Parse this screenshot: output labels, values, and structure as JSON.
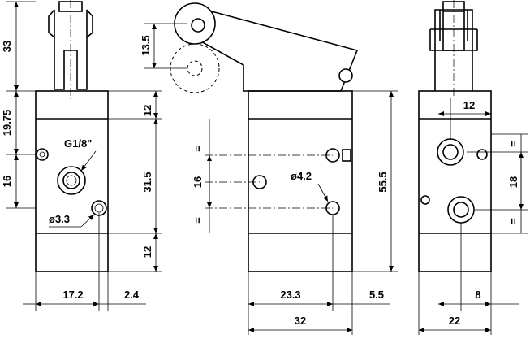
{
  "dimensions": {
    "left_view": {
      "lever_height": "33",
      "upper_offset": "19.75",
      "port_spacing": "16",
      "top_band": "12",
      "mid_height": "31.5",
      "bottom_band": "12",
      "port_thread": "G1/8\"",
      "mount_hole": "ø3.3",
      "port_x": "17.2",
      "edge_offset": "2.4"
    },
    "middle_view": {
      "roller_offset": "13.5",
      "equal_mark_top": "=",
      "equal_mark_bottom": "=",
      "hole_spacing": "16",
      "hole_diameter": "ø4.2",
      "hole_x": "23.3",
      "right_offset": "5.5",
      "total_width": "32"
    },
    "right_view": {
      "total_height": "55.5",
      "top_offset": "12",
      "port_spacing": "18",
      "equal_mark_top": "=",
      "equal_mark_bottom": "=",
      "port_x": "8",
      "total_width": "22"
    }
  }
}
